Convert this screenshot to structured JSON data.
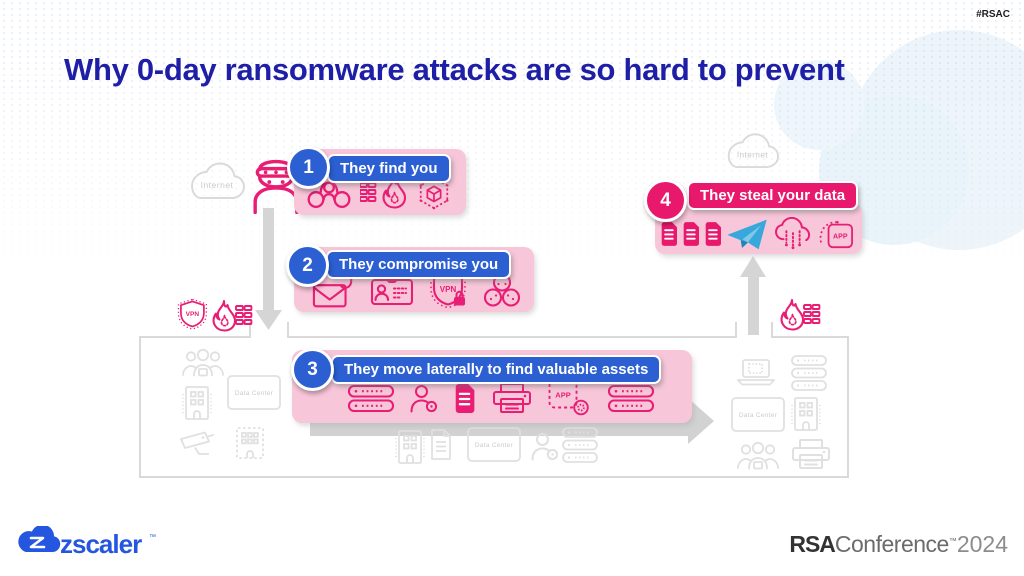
{
  "slide": {
    "hashtag": "#RSAC",
    "title": "Why 0-day ransomware attacks are so hard to prevent"
  },
  "steps": [
    {
      "number": "1",
      "label": "They find you"
    },
    {
      "number": "2",
      "label": "They compromise you"
    },
    {
      "number": "3",
      "label": "They move laterally to find valuable assets"
    },
    {
      "number": "4",
      "label": "They steal your data"
    }
  ],
  "network": {
    "internet_left": "Internet",
    "internet_right": "Internet",
    "datacenter_left": "Data Center",
    "datacenter_middle": "Data Center",
    "datacenter_right": "Data Center",
    "vpn_boundary": "VPN",
    "vpn_step2": "VPN",
    "app_step3": "APP",
    "app_step4": "APP"
  },
  "footer": {
    "brand": "zscaler",
    "brand_tm": "™",
    "rsa": "RSA",
    "conference": "Conference",
    "tm": "™",
    "year": "2024"
  },
  "colors": {
    "accent_blue": "#2b5fd2",
    "accent_magenta": "#e8186d",
    "panel_pink": "#f8c6d9",
    "icon_pink": "#e91d74",
    "telegram_blue": "#37a7dc",
    "title_blue": "#1e1fa6",
    "faint_gray": "#dedede"
  }
}
